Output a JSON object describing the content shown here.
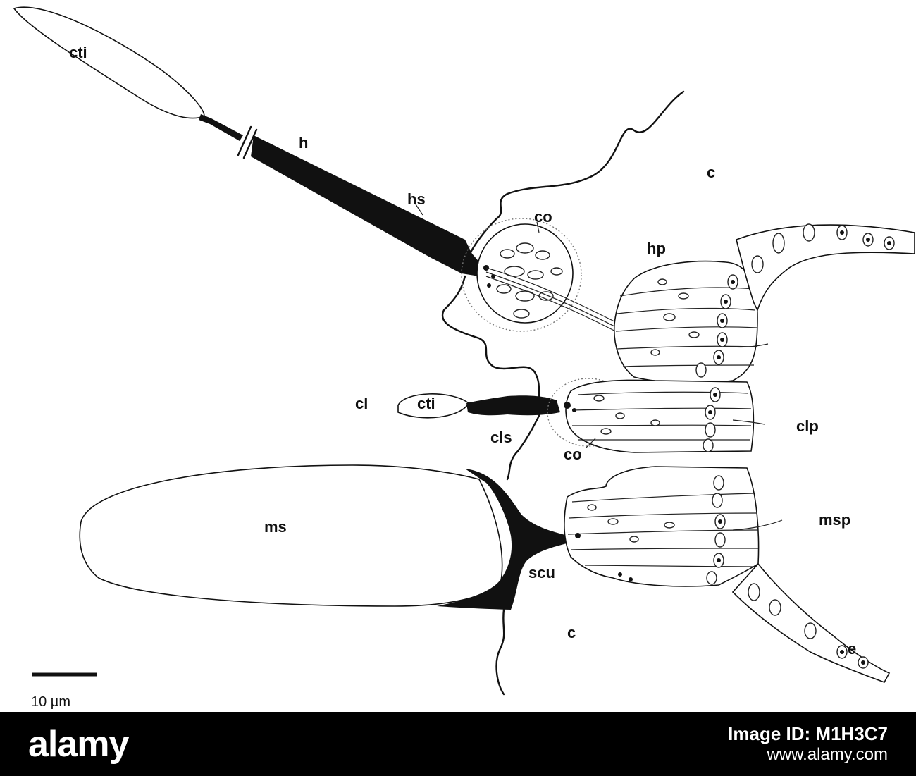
{
  "labels": {
    "cti_top": "cti",
    "h": "h",
    "hs": "hs",
    "c_top": "c",
    "co_top": "co",
    "hp": "hp",
    "cl": "cl",
    "cti_mid": "cti",
    "cls": "cls",
    "co_mid": "co",
    "clp": "clp",
    "ms": "ms",
    "msp": "msp",
    "scu": "scu",
    "c_bottom": "c",
    "e": "e"
  },
  "scale_bar": {
    "label": "10 µm"
  },
  "footer": {
    "brand": "alamy",
    "line1": "Image ID: M1H3C7",
    "line2": "www.alamy.com"
  },
  "colors": {
    "ink": "#111111",
    "background": "#ffffff",
    "footer": "#000000"
  }
}
